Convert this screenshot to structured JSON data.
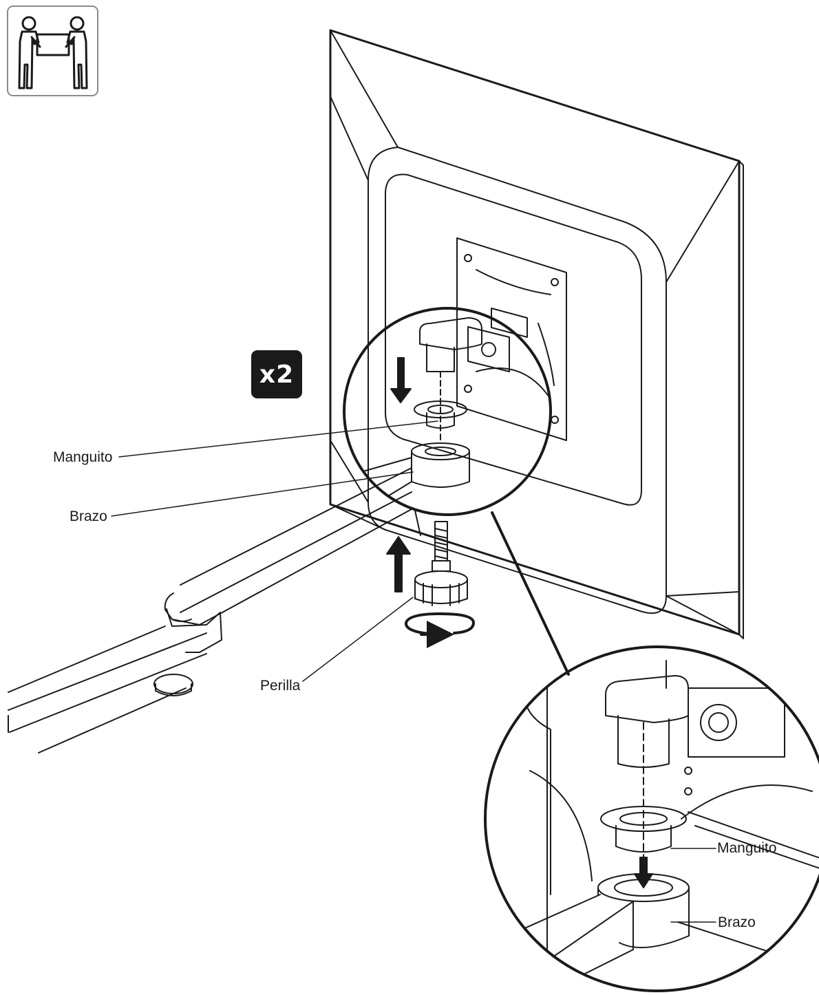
{
  "badge": {
    "quantity_label": "x2"
  },
  "callouts": {
    "sleeve_main": "Manguito",
    "arm_main": "Brazo",
    "knob_main": "Perilla",
    "sleeve_detail": "Manguito",
    "arm_detail": "Brazo"
  },
  "icons": {
    "two_person_lift": "two-person-lift-icon",
    "insert_arrow": "arrow-down-icon",
    "push_arrow": "arrow-up-icon",
    "tighten_arrow": "rotate-clockwise-icon"
  },
  "colors": {
    "line": "#1a1a1a",
    "badge_bg": "#1a1a1a",
    "badge_text": "#ffffff",
    "icon_border": "#8a8a8a"
  }
}
